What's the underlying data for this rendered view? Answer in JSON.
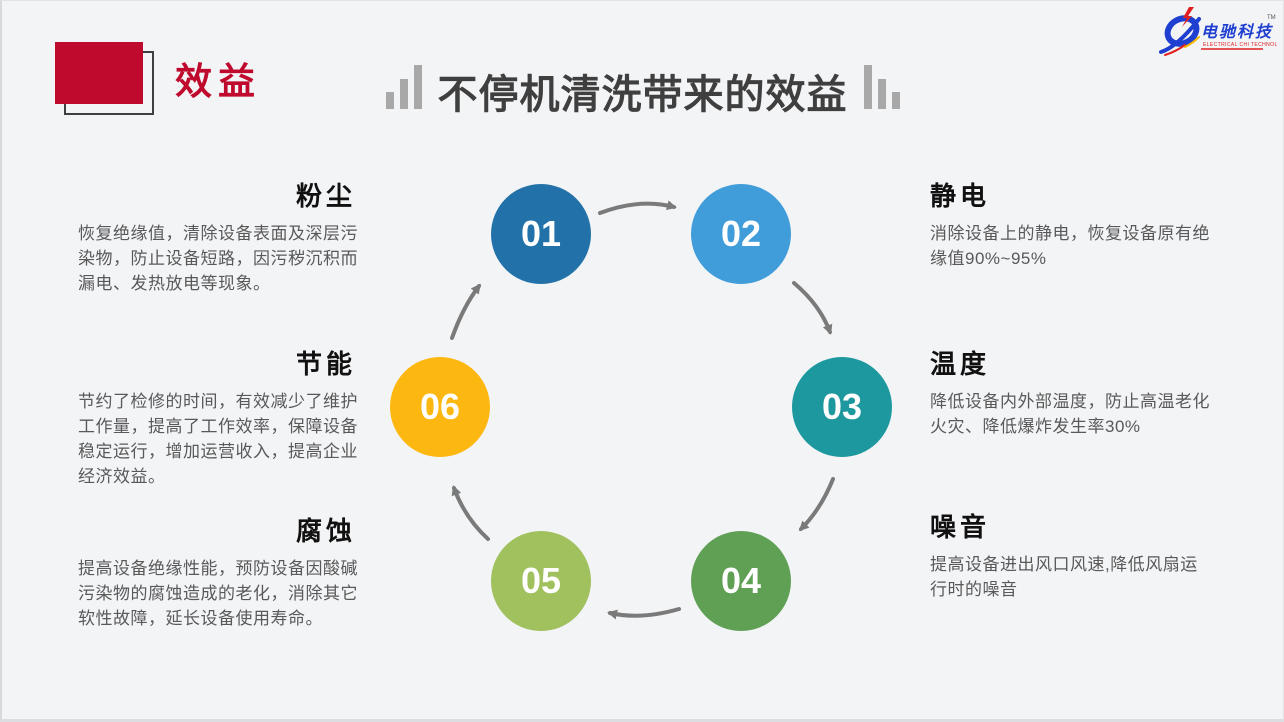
{
  "header": {
    "section_label": "效益",
    "title": "不停机清洗带来的效益",
    "accent_red": "#bf0a2e"
  },
  "logo": {
    "monogram": "D",
    "company": "电驰科技",
    "caption": "ELECTRICAL CHI TECHNOLOGY",
    "tm": "TM",
    "blue": "#1f3fd0",
    "red": "#e02020",
    "yellow": "#f5b800"
  },
  "diagram": {
    "arrow_color": "#7a7a7a",
    "nodes": [
      {
        "num": "01",
        "color": "#2272a9"
      },
      {
        "num": "02",
        "color": "#409dda"
      },
      {
        "num": "03",
        "color": "#1e989f"
      },
      {
        "num": "04",
        "color": "#60a055"
      },
      {
        "num": "05",
        "color": "#a1c05e"
      },
      {
        "num": "06",
        "color": "#fcb810"
      }
    ]
  },
  "sections": {
    "left": [
      {
        "title": "粉尘",
        "body": "恢复绝缘值，清除设备表面及深层污染物，防止设备短路，因污秽沉积而漏电、发热放电等现象。"
      },
      {
        "title": "节能",
        "body": "节约了检修的时间，有效减少了维护工作量，提高了工作效率，保障设备稳定运行，增加运营收入，提高企业经济效益。"
      },
      {
        "title": "腐蚀",
        "body": "提高设备绝缘性能，预防设备因酸碱污染物的腐蚀造成的老化，消除其它软性故障，延长设备使用寿命。"
      }
    ],
    "right": [
      {
        "title": "静电",
        "body": "消除设备上的静电，恢复设备原有绝缘值90%~95%"
      },
      {
        "title": "温度",
        "body": "降低设备内外部温度，防止高温老化火灾、降低爆炸发生率30%"
      },
      {
        "title": "噪音",
        "body": "提高设备进出风口风速,降低风扇运行时的噪音"
      }
    ]
  }
}
